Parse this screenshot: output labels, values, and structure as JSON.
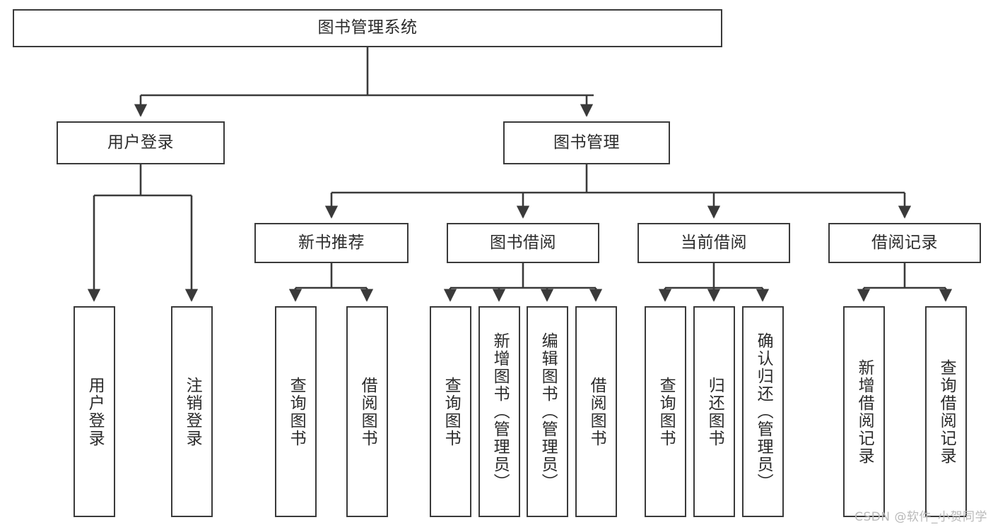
{
  "diagram": {
    "type": "tree-hierarchy",
    "title": "图书管理系统",
    "watermark": "CSDN @软件_小贺同学",
    "colors": {
      "box_border": "#3a3a3a",
      "box_fill": "#ffffff",
      "edge": "#3a3a3a",
      "text": "#2b2b2b",
      "watermark": "#b9b9b9",
      "background": "#ffffff"
    },
    "nodes": {
      "root": {
        "label": "图书管理系统",
        "level": 0
      },
      "l1": [
        {
          "id": "user_login",
          "label": "用户登录"
        },
        {
          "id": "book_mgmt",
          "label": "图书管理"
        }
      ],
      "l2": [
        {
          "id": "new_book_rec",
          "label": "新书推荐",
          "parent": "book_mgmt"
        },
        {
          "id": "book_borrow",
          "label": "图书借阅",
          "parent": "book_mgmt"
        },
        {
          "id": "current_borrow",
          "label": "当前借阅",
          "parent": "book_mgmt"
        },
        {
          "id": "borrow_record",
          "label": "借阅记录",
          "parent": "book_mgmt"
        }
      ],
      "leaves": [
        {
          "id": "leaf_user_login",
          "label": "用户登录",
          "parent": "user_login"
        },
        {
          "id": "leaf_logout",
          "label": "注销登录",
          "parent": "user_login"
        },
        {
          "id": "leaf_query_book_1",
          "label": "查询图书",
          "parent": "new_book_rec"
        },
        {
          "id": "leaf_borrow_book_1",
          "label": "借阅图书",
          "parent": "new_book_rec"
        },
        {
          "id": "leaf_query_book_2",
          "label": "查询图书",
          "parent": "book_borrow"
        },
        {
          "id": "leaf_add_book",
          "label": "新增图书（管理员）",
          "parent": "book_borrow"
        },
        {
          "id": "leaf_edit_book",
          "label": "编辑图书（管理员）",
          "parent": "book_borrow"
        },
        {
          "id": "leaf_borrow_book_2",
          "label": "借阅图书",
          "parent": "book_borrow"
        },
        {
          "id": "leaf_query_book_3",
          "label": "查询图书",
          "parent": "current_borrow"
        },
        {
          "id": "leaf_return_book",
          "label": "归还图书",
          "parent": "current_borrow"
        },
        {
          "id": "leaf_confirm_return",
          "label": "确认归还（管理员）",
          "parent": "current_borrow"
        },
        {
          "id": "leaf_add_record",
          "label": "新增借阅记录",
          "parent": "borrow_record"
        },
        {
          "id": "leaf_query_record",
          "label": "查询借阅记录",
          "parent": "borrow_record"
        }
      ]
    }
  }
}
